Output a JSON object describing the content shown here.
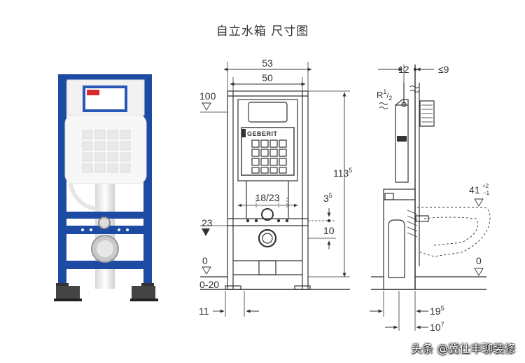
{
  "title": "自立水箱 尺寸图",
  "brand": "GEBERIT",
  "watermark": "头条 @冀仕丰聊装修",
  "front_view": {
    "width_outer": "53",
    "width_inner": "50",
    "top_level": "100",
    "height_main": "113",
    "height_main_sup": "5",
    "bolt_spacing": "18/23",
    "offset_small": "3",
    "offset_small_sup": "5",
    "level_23": "23",
    "level_10": "10",
    "floor_zero": "0",
    "floor_range": "0-20",
    "bottom_offset": "11"
  },
  "side_view": {
    "depth_12": "12",
    "depth_max": "≤9",
    "pipe_label": "R",
    "pipe_sup": "1",
    "pipe_sub": "2",
    "bowl_height": "41",
    "bowl_tol_plus": "+2",
    "bowl_tol_minus": "−1",
    "floor_zero": "0",
    "bottom_19": "19",
    "bottom_19_sup": "5",
    "bottom_10": "10",
    "bottom_10_sup": "7"
  }
}
